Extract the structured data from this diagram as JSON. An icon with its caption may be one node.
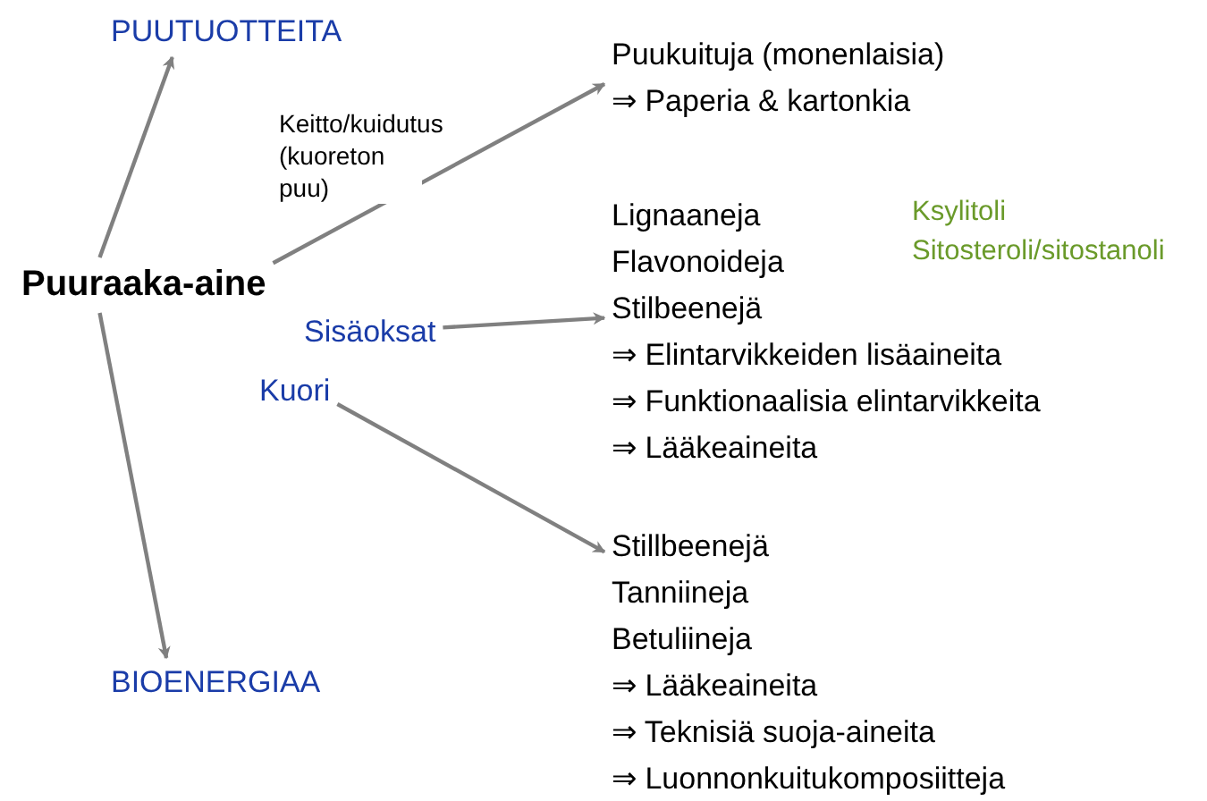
{
  "diagram": {
    "nodes": [
      {
        "text": [
          "Puuraaka-aine"
        ]
      },
      {
        "text": [
          "PUUTUOTTEITA"
        ]
      },
      {
        "text": [
          "BIOENERGIAA"
        ]
      },
      {
        "text": [
          "Puukuituja (monenlaisia)",
          "⇒ Paperia & kartonkia"
        ]
      },
      {
        "text": [
          "Sisäoksat"
        ]
      },
      {
        "text": [
          "Kuori"
        ]
      },
      {
        "text": [
          "Lignaaneja",
          "Flavonoideja",
          "Stilbeenejä",
          "⇒ Elintarvikkeiden lisäaineita",
          "⇒ Funktionaalisia elintarvikkeita",
          "⇒ Lääkeaineita"
        ],
        "beside": [
          "Ksylitoli",
          "Sitosteroli/sitostanoli"
        ]
      },
      {
        "text": [
          "Stillbeenejä",
          "Tanniineja",
          "Betuliineja",
          "⇒ Lääkeaineita",
          "⇒ Teknisiä suoja-aineita",
          "⇒ Luonnonkuitukomposiitteja"
        ]
      }
    ],
    "edges": [
      {
        "from": 0,
        "to": 1,
        "arrow": "to"
      },
      {
        "from": 0,
        "to": 2,
        "arrow": "to"
      },
      {
        "from": 0,
        "to": 3,
        "arrow": "to",
        "label": "Keitto/kuidutus (kuoreton puu)"
      },
      {
        "from": 4,
        "to": 6,
        "arrow": "to"
      },
      {
        "from": 5,
        "to": 7,
        "arrow": "to"
      }
    ]
  }
}
